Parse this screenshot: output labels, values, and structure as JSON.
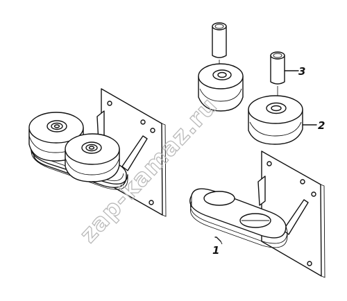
{
  "callouts": [
    {
      "id": "1",
      "label": "1"
    },
    {
      "id": "2",
      "label": "2"
    },
    {
      "id": "3",
      "label": "3"
    }
  ],
  "watermark": "zap-kamaz.ru"
}
